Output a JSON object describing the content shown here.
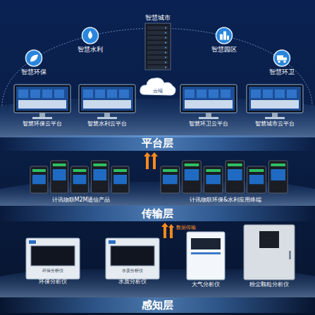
{
  "diagram": {
    "nodes": [
      {
        "text": [
          "智慧环保"
        ]
      },
      {
        "text": [
          "智慧水利"
        ]
      },
      {
        "text": [
          "智慧城市"
        ]
      },
      {
        "text": [
          "智慧园区"
        ]
      },
      {
        "text": [
          "智慧环卫"
        ]
      },
      {
        "text": [
          "云端"
        ]
      },
      {
        "text": [
          "智慧环保云平台"
        ]
      },
      {
        "text": [
          "智慧水利云平台"
        ]
      },
      {
        "text": [
          "智慧环卫云平台"
        ]
      },
      {
        "text": [
          "智慧城市云平台"
        ]
      },
      {
        "text": [
          "平台层"
        ]
      },
      {
        "text": [
          "计讯物联M2M通信产品"
        ]
      },
      {
        "text": [
          "计讯物联环保&水利应用终端"
        ]
      },
      {
        "text": [
          "传输层"
        ]
      },
      {
        "text": [
          "环保分析仪",
          "环保分析仪"
        ]
      },
      {
        "text": [
          "水质分析仪",
          "水质分析仪"
        ]
      },
      {
        "text": [
          "大气分析仪"
        ]
      },
      {
        "text": [
          "粉尘颗粒分析仪"
        ]
      },
      {
        "text": [
          "感知层"
        ]
      }
    ],
    "labels": [
      "数据传输"
    ]
  }
}
